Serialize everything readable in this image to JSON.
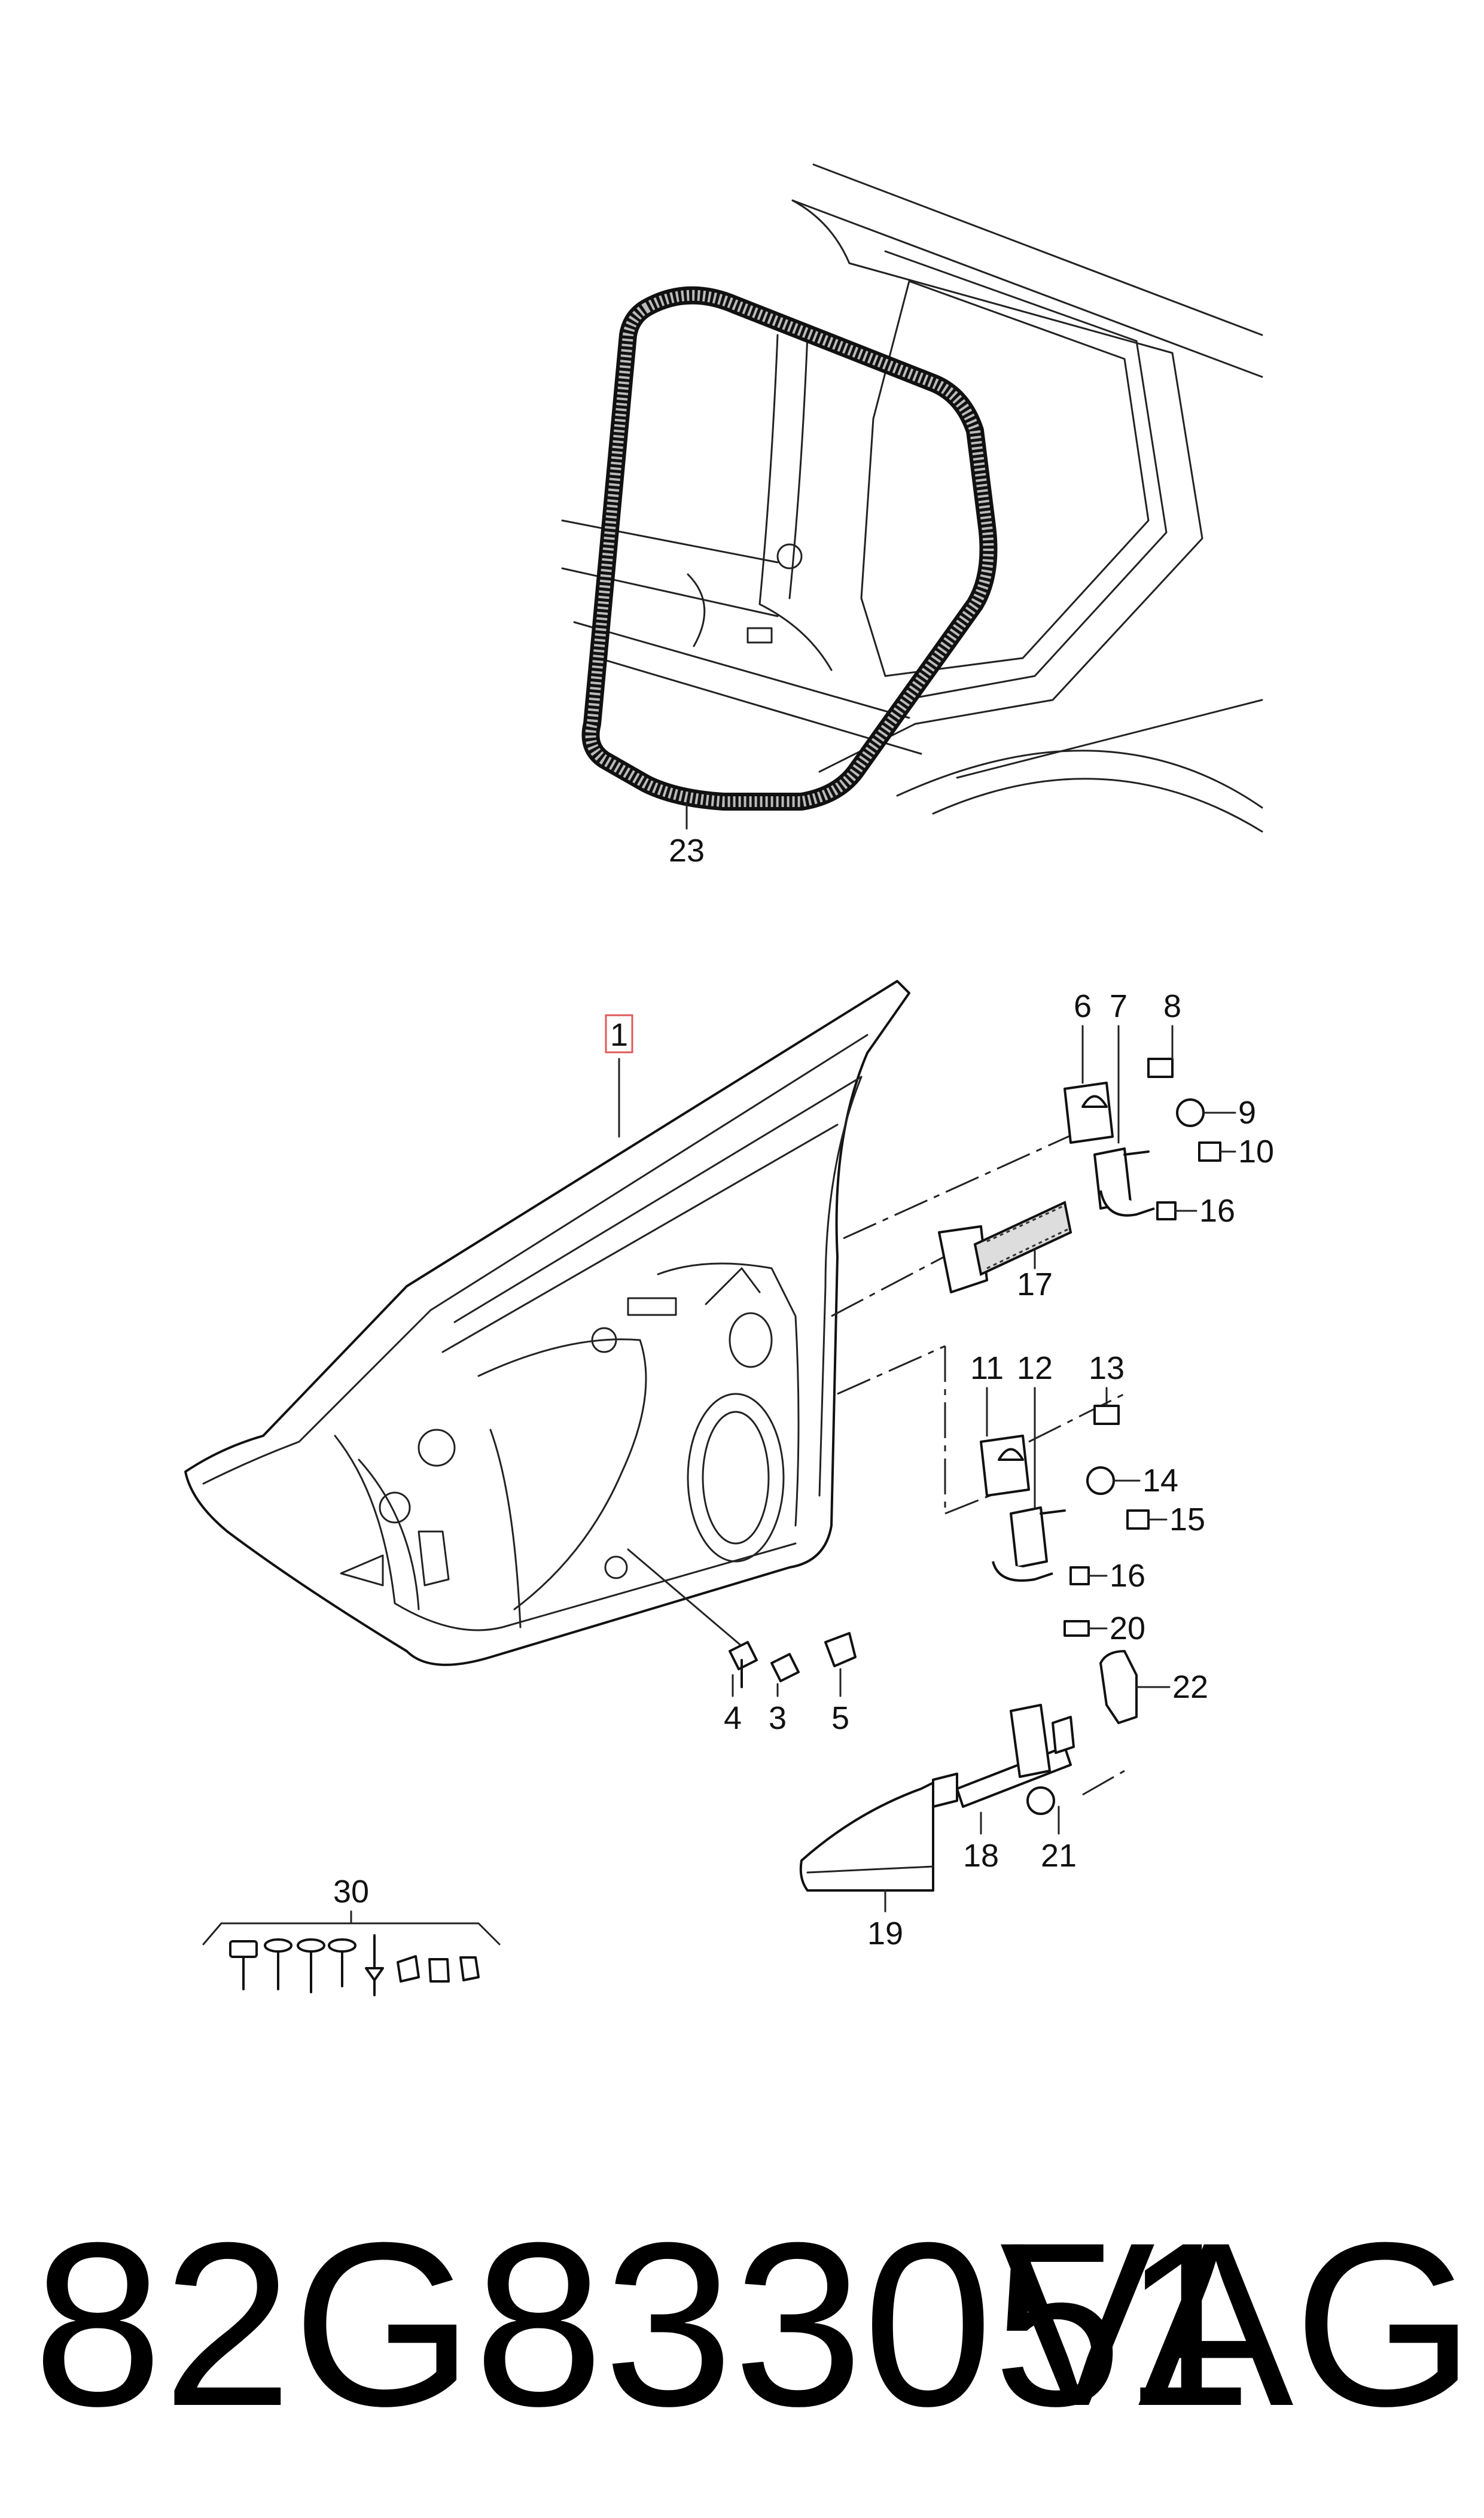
{
  "callouts": {
    "c1": "1",
    "c3": "3",
    "c4": "4",
    "c5": "5",
    "c6": "6",
    "c7": "7",
    "c8": "8",
    "c9": "9",
    "c10": "10",
    "c11": "11",
    "c12": "12",
    "c13": "13",
    "c14": "14",
    "c15": "15",
    "c16a": "16",
    "c16b": "16",
    "c17": "17",
    "c18": "18",
    "c19": "19",
    "c20": "20",
    "c21": "21",
    "c22": "22",
    "c23": "23",
    "c30": "30"
  },
  "colors": {
    "highlight_box": "#e05a5a",
    "line": "#111111"
  },
  "footer": {
    "part_number": "82G833051",
    "brand": "VAG"
  }
}
